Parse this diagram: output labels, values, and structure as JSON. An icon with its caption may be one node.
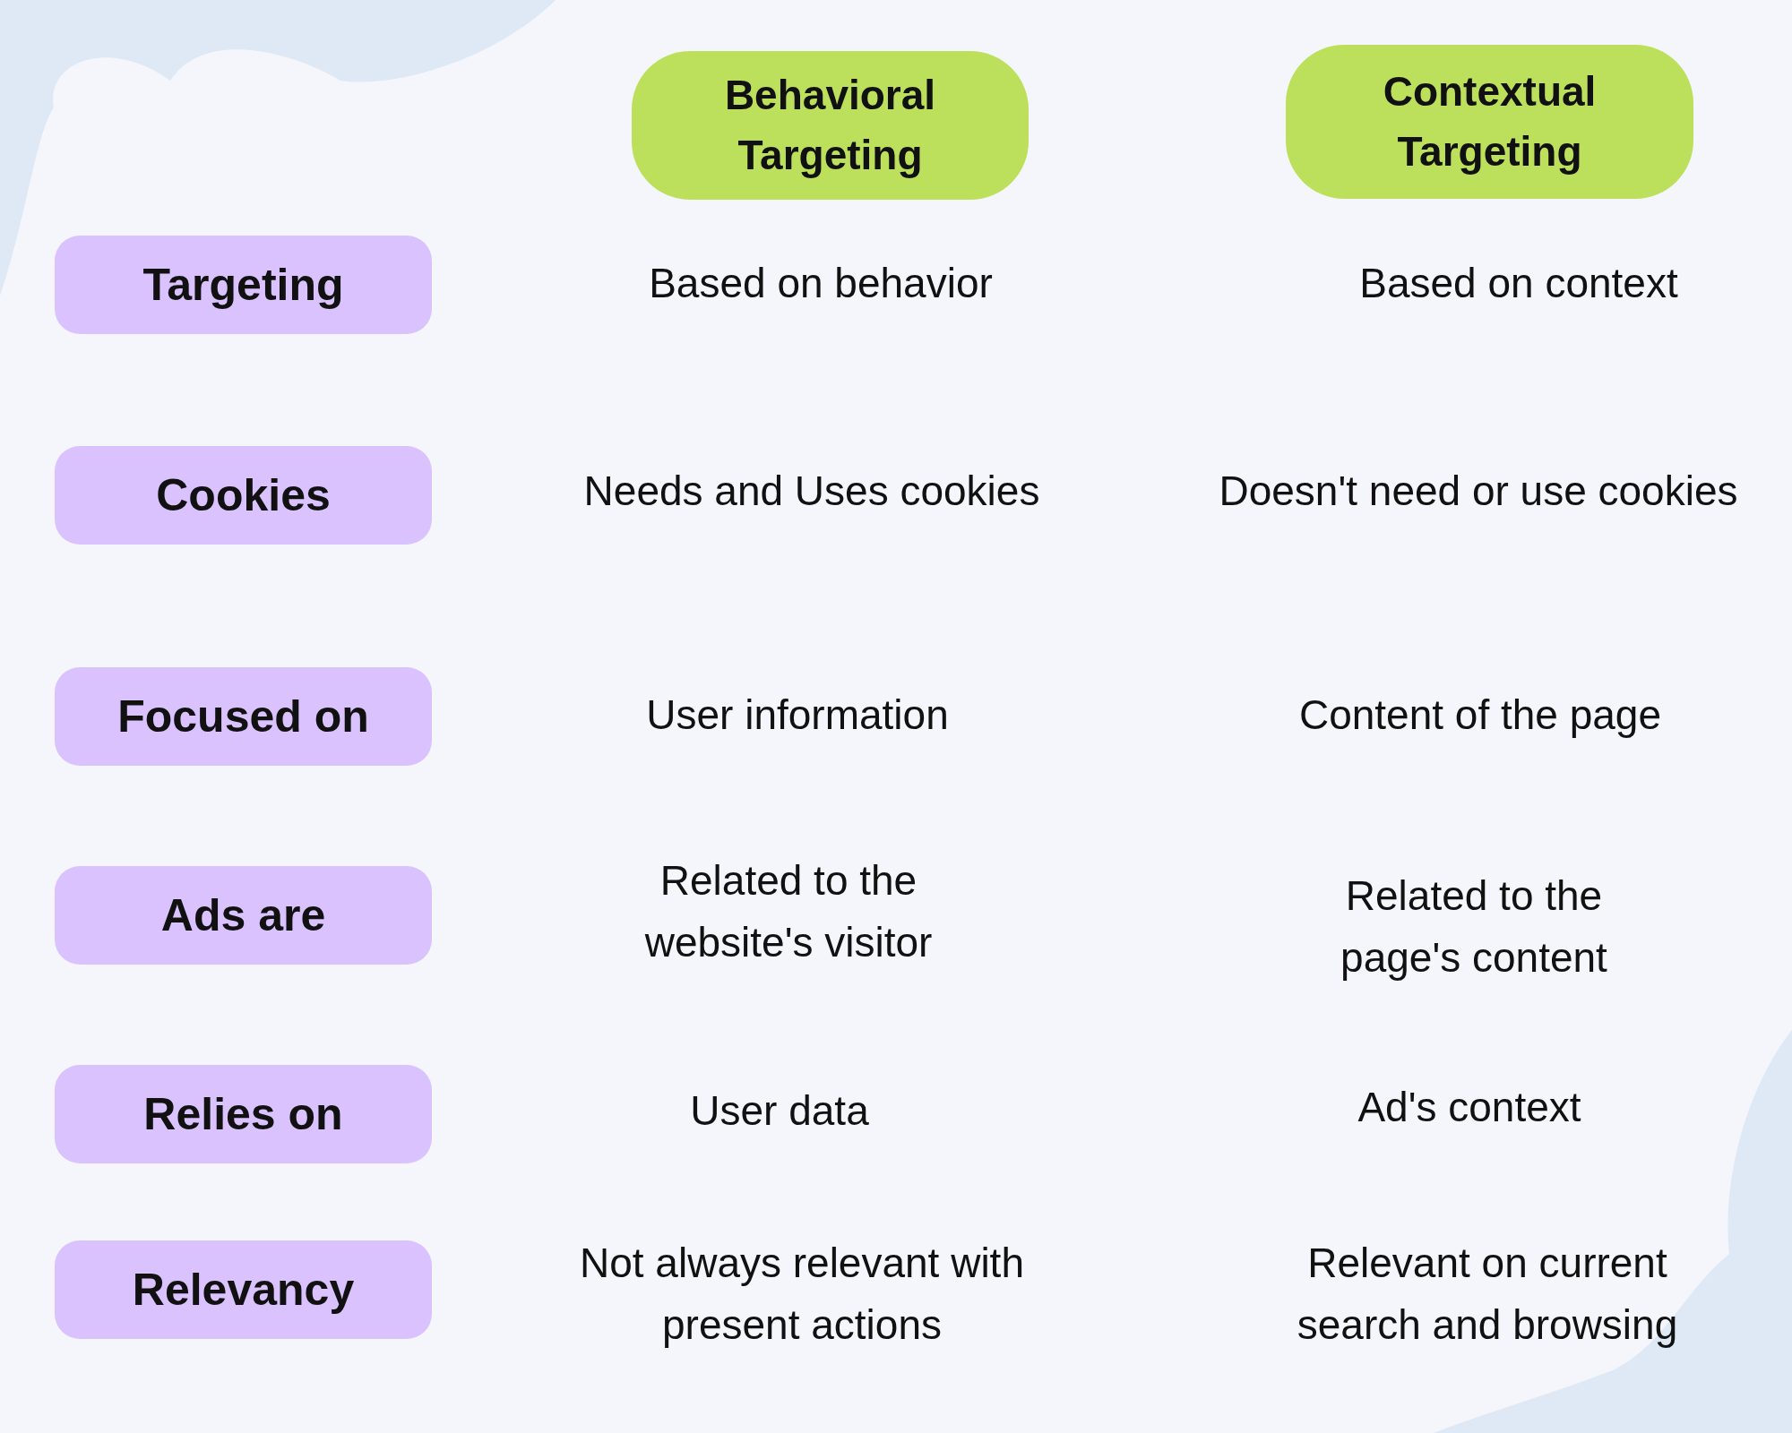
{
  "diagram": {
    "nodes": [
      {
        "text": [
          "Behavioral Targeting"
        ]
      },
      {
        "text": [
          "Contextual Targeting"
        ]
      },
      {
        "text": [
          "Targeting"
        ]
      },
      {
        "text": [
          "Cookies"
        ]
      },
      {
        "text": [
          "Focused on"
        ]
      },
      {
        "text": [
          "Ads are"
        ]
      },
      {
        "text": [
          "Relies on"
        ]
      },
      {
        "text": [
          "Relevancy"
        ]
      }
    ],
    "edges": [],
    "labels": [
      "Based on behavior",
      "Based on context",
      "Needs and Uses cookies",
      "Doesn't need or use cookies",
      "User information",
      "Content of the page",
      "Related to the website's visitor",
      "Related to the page's content",
      "User data",
      "Ad's context",
      "Not always relevant with present actions",
      "Relevant on current search and browsing"
    ]
  }
}
